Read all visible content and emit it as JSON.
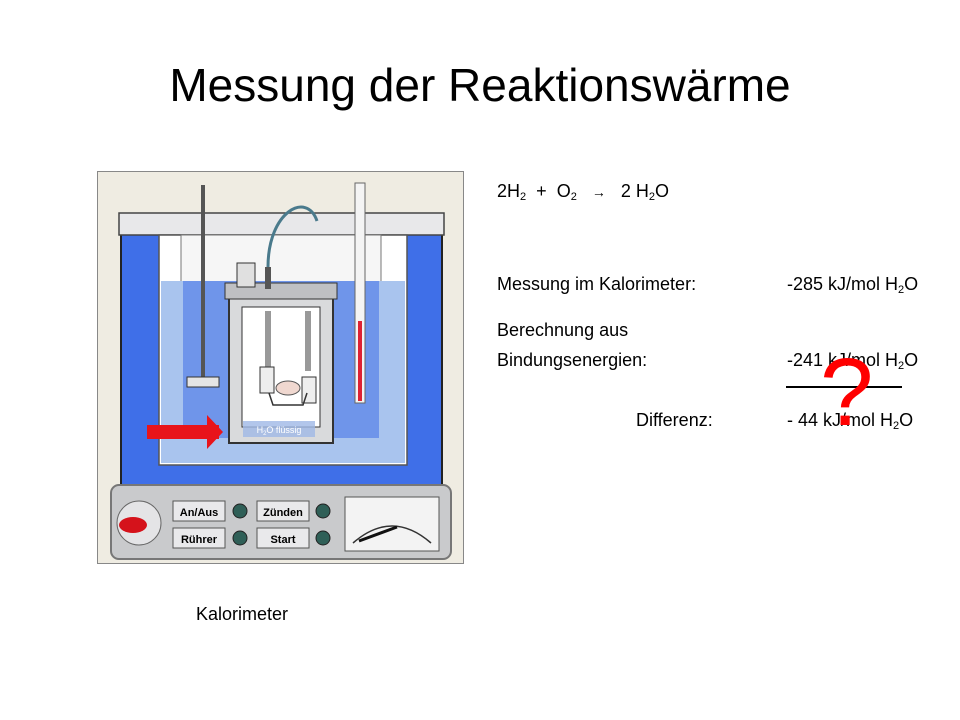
{
  "slide": {
    "title": "Messung der Reaktionswärme",
    "caption": "Kalorimeter"
  },
  "equation": {
    "lhs1": "2H",
    "lhs1_sub": "2",
    "plus": "+",
    "lhs2": "O",
    "lhs2_sub": "2",
    "arrow": "→",
    "rhs_coef": "2 H",
    "rhs_sub": "2",
    "rhs_tail": "O"
  },
  "rows": {
    "measured": {
      "label": "Messung im Kalorimeter:",
      "value": "-285 kJ/mol H",
      "sub": "2",
      "tail": "O"
    },
    "calc": {
      "label_line1": "Berechnung aus",
      "label_line2": "Bindungsenergien:",
      "value": "-241 kJ/mol H",
      "sub": "2",
      "tail": "O"
    },
    "diff": {
      "label": "Differenz:",
      "value": "-  44 kJ/mol H",
      "sub": "2",
      "tail": "O"
    }
  },
  "question_mark": "?",
  "calorimeter": {
    "water_label": "H",
    "water_sub": "2",
    "water_tail": "O flüssig",
    "buttons": {
      "on_off": "An/Aus",
      "ignite": "Zünden",
      "stirrer": "Rührer",
      "start": "Start"
    }
  },
  "colors": {
    "water_blue": "#3f6fe8",
    "water_light": "#a9c4ee",
    "arrow_red": "#e8141b",
    "question_red": "#ff0000",
    "panel_grey": "#c9cacc"
  }
}
